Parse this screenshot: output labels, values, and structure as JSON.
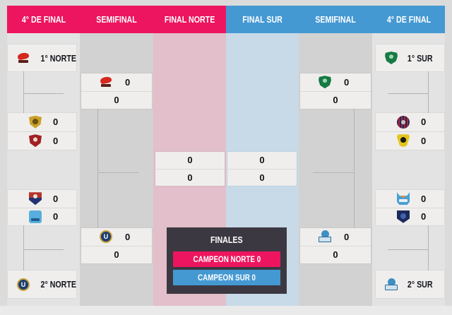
{
  "header": {
    "cells": [
      {
        "label": "4° DE FINAL",
        "side": "norte"
      },
      {
        "label": "SEMIFINAL",
        "side": "norte"
      },
      {
        "label": "FINAL NORTE",
        "side": "norte"
      },
      {
        "label": "FINAL SUR",
        "side": "sur"
      },
      {
        "label": "SEMIFINAL",
        "side": "sur"
      },
      {
        "label": "4° DE FINAL",
        "side": "sur"
      }
    ]
  },
  "colors": {
    "norte_accent": "#ed155f",
    "sur_accent": "#4599d3",
    "final_norte_column_bg": "#e2bfca",
    "final_sur_column_bg": "#c8dae7",
    "finales_box_bg": "#3c3842",
    "panel_bg": "#efeeec"
  },
  "norte": {
    "seed_top": {
      "label": "1° NORTE",
      "logo": "red-bird-logo"
    },
    "qf1": {
      "rows": [
        {
          "logo": "gold-shield-logo",
          "score": "0"
        },
        {
          "logo": "red-eagle-logo",
          "score": "0"
        }
      ]
    },
    "qf2": {
      "rows": [
        {
          "logo": "red-navy-shield-logo",
          "score": "0"
        },
        {
          "logo": "lightblue-mascot-logo",
          "score": "0"
        }
      ]
    },
    "sf": {
      "rows": [
        {
          "logo": "red-bird-logo",
          "score": "0"
        },
        {
          "logo": "",
          "score": "0"
        }
      ]
    },
    "sf2": {
      "rows": [
        {
          "logo": "u-circle-logo",
          "score": "0"
        },
        {
          "logo": "",
          "score": "0"
        }
      ]
    },
    "final": {
      "rows": [
        {
          "score": "0"
        },
        {
          "score": "0"
        }
      ]
    },
    "seed_bottom": {
      "label": "2° NORTE",
      "logo": "u-circle-logo"
    }
  },
  "sur": {
    "seed_top": {
      "label": "1° SUR",
      "logo": "green-shield-logo"
    },
    "qf1": {
      "rows": [
        {
          "logo": "red-navy-striped-circle-logo",
          "score": "0"
        },
        {
          "logo": "yellow-black-shield-logo",
          "score": "0"
        }
      ]
    },
    "qf2": {
      "rows": [
        {
          "logo": "lightblue-horns-logo",
          "score": "0"
        },
        {
          "logo": "navy-lion-shield-logo",
          "score": "0"
        }
      ]
    },
    "sf": {
      "rows": [
        {
          "logo": "green-shield-logo",
          "score": "0"
        },
        {
          "logo": "",
          "score": "0"
        }
      ]
    },
    "sf2": {
      "rows": [
        {
          "logo": "lightblue-banner-logo",
          "score": "0"
        },
        {
          "logo": "",
          "score": "0"
        }
      ]
    },
    "final": {
      "rows": [
        {
          "score": "0"
        },
        {
          "score": "0"
        }
      ]
    },
    "seed_bottom": {
      "label": "2° SUR",
      "logo": "lightblue-banner-logo"
    }
  },
  "finales": {
    "title": "FINALES",
    "campeon_norte": "CAMPEON NORTE 0",
    "campeon_sur": "CAMPEON SUR 0"
  }
}
